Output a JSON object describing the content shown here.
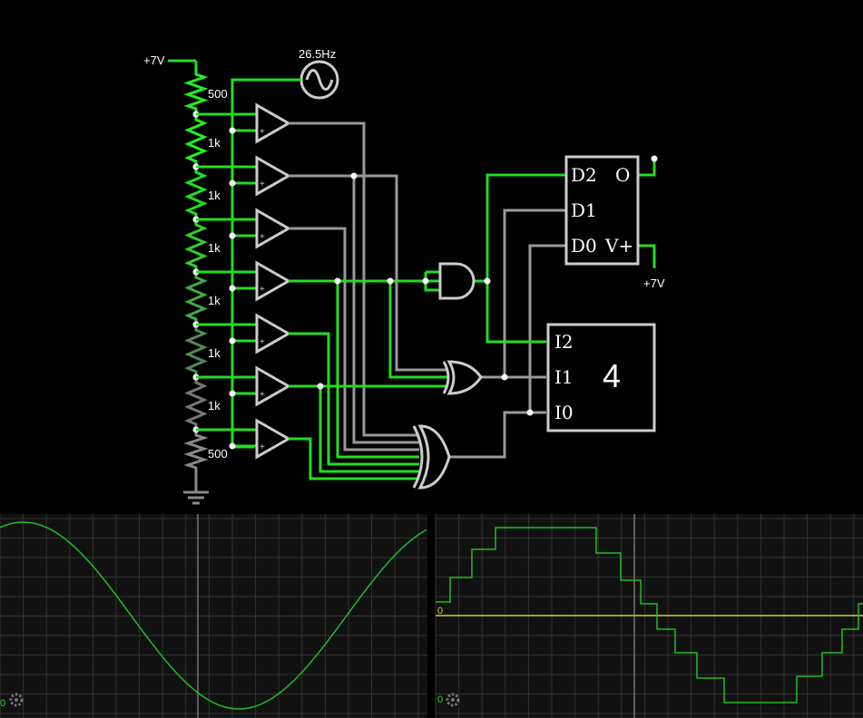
{
  "supply": {
    "top_label": "+7V",
    "vplus_label": "+7V"
  },
  "source": {
    "frequency_label": "26.5Hz"
  },
  "resistors": [
    {
      "label": "500",
      "color": "#22ee22"
    },
    {
      "label": "1k",
      "color": "#22ee22"
    },
    {
      "label": "1k",
      "color": "#22dd22"
    },
    {
      "label": "1k",
      "color": "#33cc33"
    },
    {
      "label": "1k",
      "color": "#44aa44"
    },
    {
      "label": "1k",
      "color": "#558855"
    },
    {
      "label": "1k",
      "color": "#777777"
    },
    {
      "label": "500",
      "color": "#888888"
    }
  ],
  "encoder": {
    "pins": [
      "D2",
      "D1",
      "D0"
    ],
    "out_label": "O",
    "vplus_label": "V+"
  },
  "decoder": {
    "pins": [
      "I2",
      "I1",
      "I0"
    ],
    "display_value": "4"
  },
  "comparator_plus": "+",
  "scopes": {
    "left": {
      "zero_label": "0",
      "trace_color": "#22bb22"
    },
    "right": {
      "zero_label": "0",
      "trace_color": "#22bb22",
      "ref_color": "#cccc33"
    }
  },
  "colors": {
    "high": "#22dd22",
    "low": "#999999",
    "component": "#cccccc",
    "dot": "#ffffff",
    "scope_bg": "#111111",
    "grid": "#333333"
  }
}
